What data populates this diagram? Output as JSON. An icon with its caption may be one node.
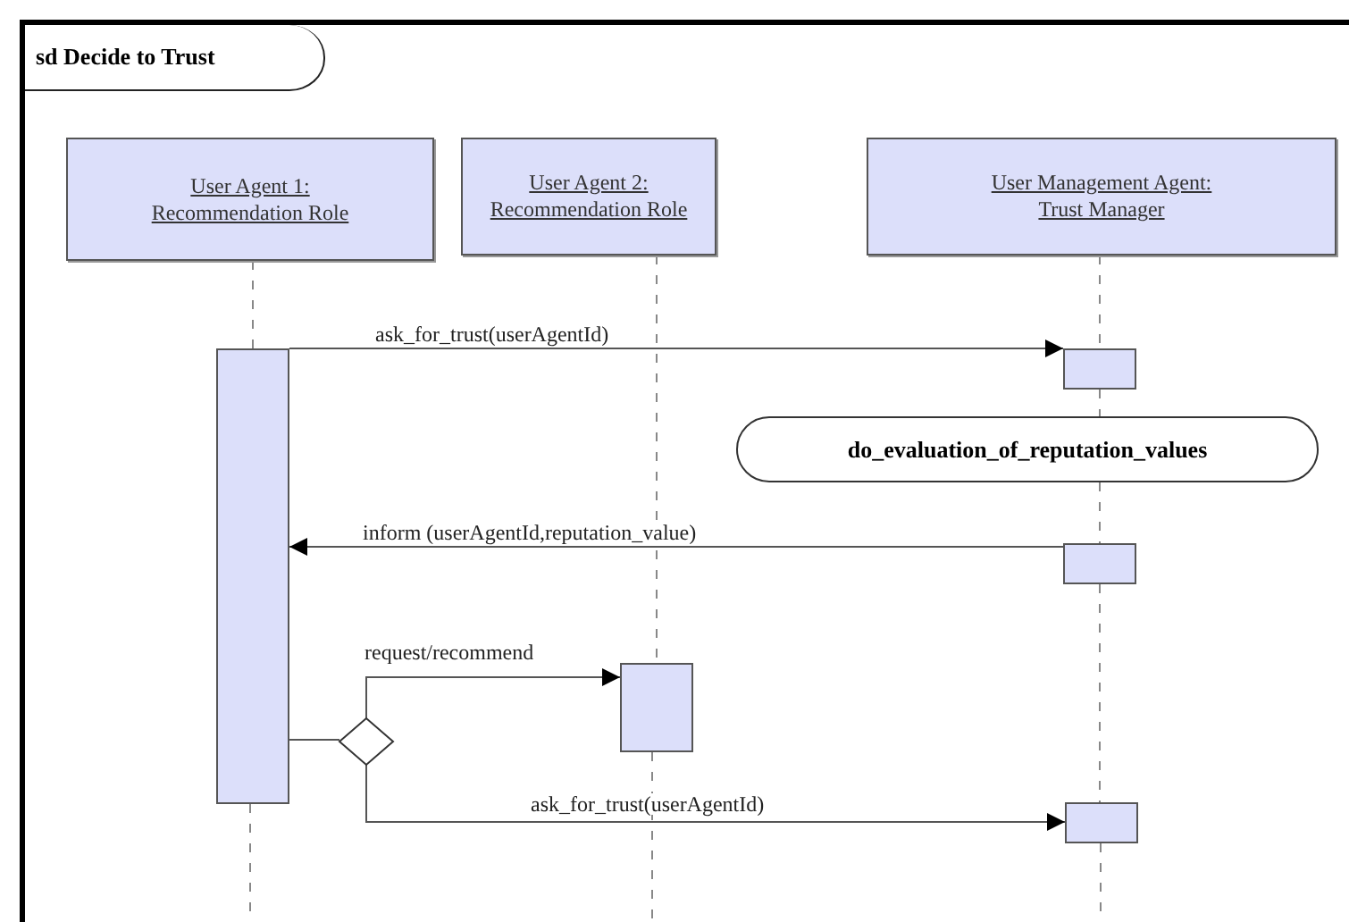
{
  "diagram": {
    "title": "sd Decide to Trust",
    "nodes": [
      {
        "text": [
          "User Agent 1: Recommendation Role"
        ]
      },
      {
        "text": [
          "User Agent 2: Recommendation Role"
        ]
      },
      {
        "text": [
          "User Management Agent: Trust Manager"
        ]
      },
      {
        "text": [],
        "shape": "bar"
      },
      {
        "text": [],
        "shape": "bar"
      },
      {
        "text": [
          "do_evaluation_of_reputation_values"
        ]
      },
      {
        "text": [],
        "shape": "bar"
      },
      {
        "text": [],
        "shape": "bar"
      },
      {
        "text": [],
        "shape": "diamond"
      },
      {
        "text": [],
        "shape": "bar"
      }
    ],
    "edges": [
      {
        "from": 3,
        "to": 4,
        "arrow": "to",
        "label": "ask_for_trust(userAgentId)"
      },
      {
        "from": 6,
        "to": 3,
        "arrow": "to",
        "label": "inform (userAgentId,reputation_value)"
      },
      {
        "from": 3,
        "to": 8,
        "arrow": "none"
      },
      {
        "from": 8,
        "to": 7,
        "arrow": "to",
        "label": "request/recommend"
      },
      {
        "from": 8,
        "to": 9,
        "arrow": "to",
        "label": "ask_for_trust(userAgentId)"
      },
      {
        "from": 0,
        "to": 3,
        "arrow": "none",
        "style": "dashed"
      },
      {
        "from": 1,
        "to": 7,
        "arrow": "none",
        "style": "dashed"
      },
      {
        "from": 2,
        "to": 4,
        "arrow": "none",
        "style": "dashed"
      },
      {
        "from": 4,
        "to": 5,
        "arrow": "none",
        "style": "dashed"
      },
      {
        "from": 5,
        "to": 6,
        "arrow": "none",
        "style": "dashed"
      },
      {
        "from": 6,
        "to": 9,
        "arrow": "none",
        "style": "dashed"
      }
    ]
  }
}
